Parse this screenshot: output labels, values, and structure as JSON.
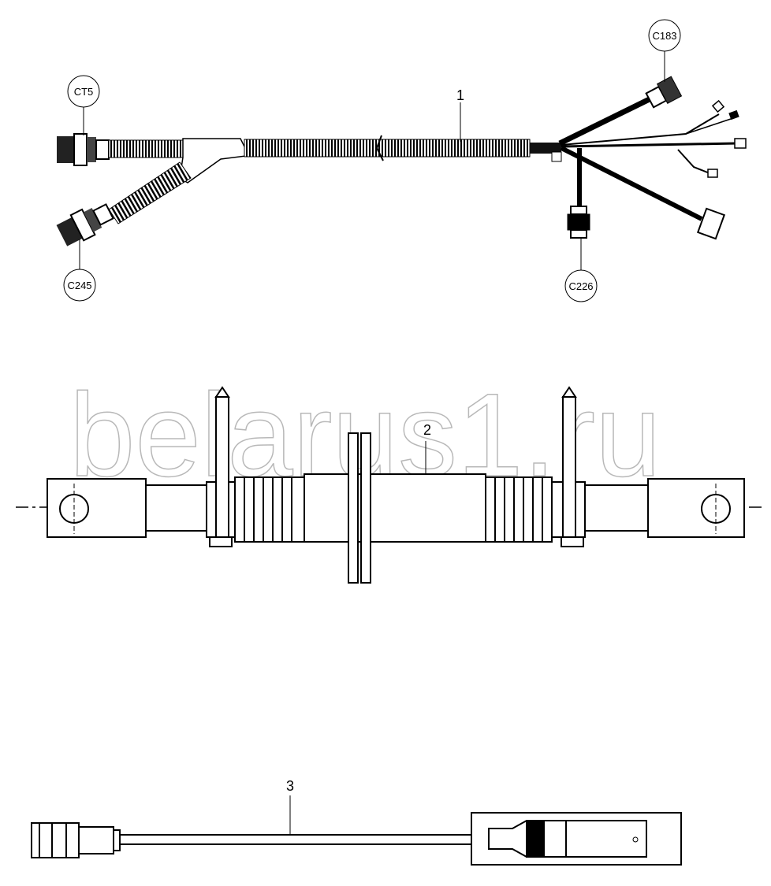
{
  "watermark": "belarus1.ru",
  "items": {
    "harness_main": "1",
    "harness_jumper": "2",
    "harness_cable": "3"
  },
  "connectors": {
    "ct5": "CT5",
    "c245": "C245",
    "c183": "C183",
    "c226": "C226"
  }
}
